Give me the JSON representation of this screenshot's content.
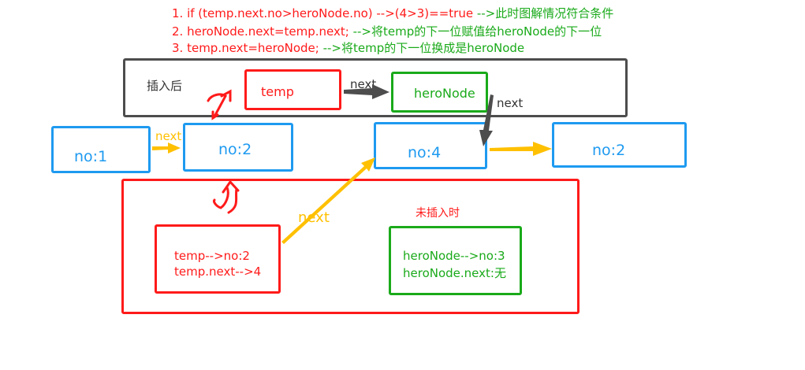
{
  "steps": [
    {
      "code": "1. if (temp.next.no>heroNode.no) -->(4>3)==true",
      "comment": " -->此时图解情况符合条件"
    },
    {
      "code": "2. heroNode.next=temp.next;",
      "comment": " -->将temp的下一位赋值给heroNode的下一位"
    },
    {
      "code": "3. temp.next=heroNode;",
      "comment": " -->将temp的下一位换成是heroNode"
    }
  ],
  "after_insert": {
    "title": "插入后",
    "temp_label": "temp",
    "hero_label": "heroNode",
    "next_label_1": "next",
    "next_label_2": "next"
  },
  "chain": {
    "nodes": [
      "no:1",
      "no:2",
      "no:4",
      "no:2"
    ],
    "next_label": "next"
  },
  "before_insert": {
    "title": "未插入时",
    "next_label": "next",
    "temp_lines": [
      "temp-->no:2",
      "temp.next-->4"
    ],
    "hero_lines": [
      "heroNode-->no:3",
      "heroNode.next:无"
    ]
  },
  "colors": {
    "red": "#ff1a1a",
    "green": "#1aaa1a",
    "blue": "#1e9af0",
    "gray": "#4d4d4d",
    "orange": "#ffc000"
  }
}
